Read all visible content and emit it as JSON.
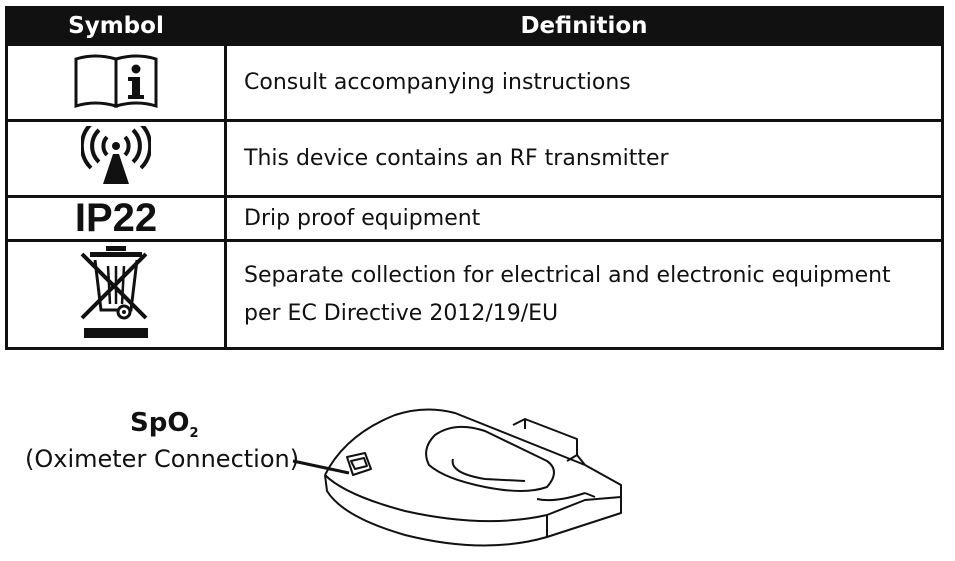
{
  "table": {
    "header_symbol": "Symbol",
    "header_definition": "Definition",
    "rows": [
      {
        "icon": "consult-instructions-icon",
        "definition": "Consult accompanying instructions"
      },
      {
        "icon": "rf-transmitter-icon",
        "definition": "This device contains an RF transmitter"
      },
      {
        "icon": "ip22-mark",
        "symbol_text": "IP22",
        "definition": "Drip proof equipment"
      },
      {
        "icon": "weee-crossed-bin-icon",
        "definition_line1": "Separate collection for electrical and electronic equipment",
        "definition_line2": "per EC Directive 2012/19/EU"
      }
    ]
  },
  "figure": {
    "label_main": "SpO",
    "label_sub": "2",
    "label_caption": "(Oximeter Connection)"
  }
}
